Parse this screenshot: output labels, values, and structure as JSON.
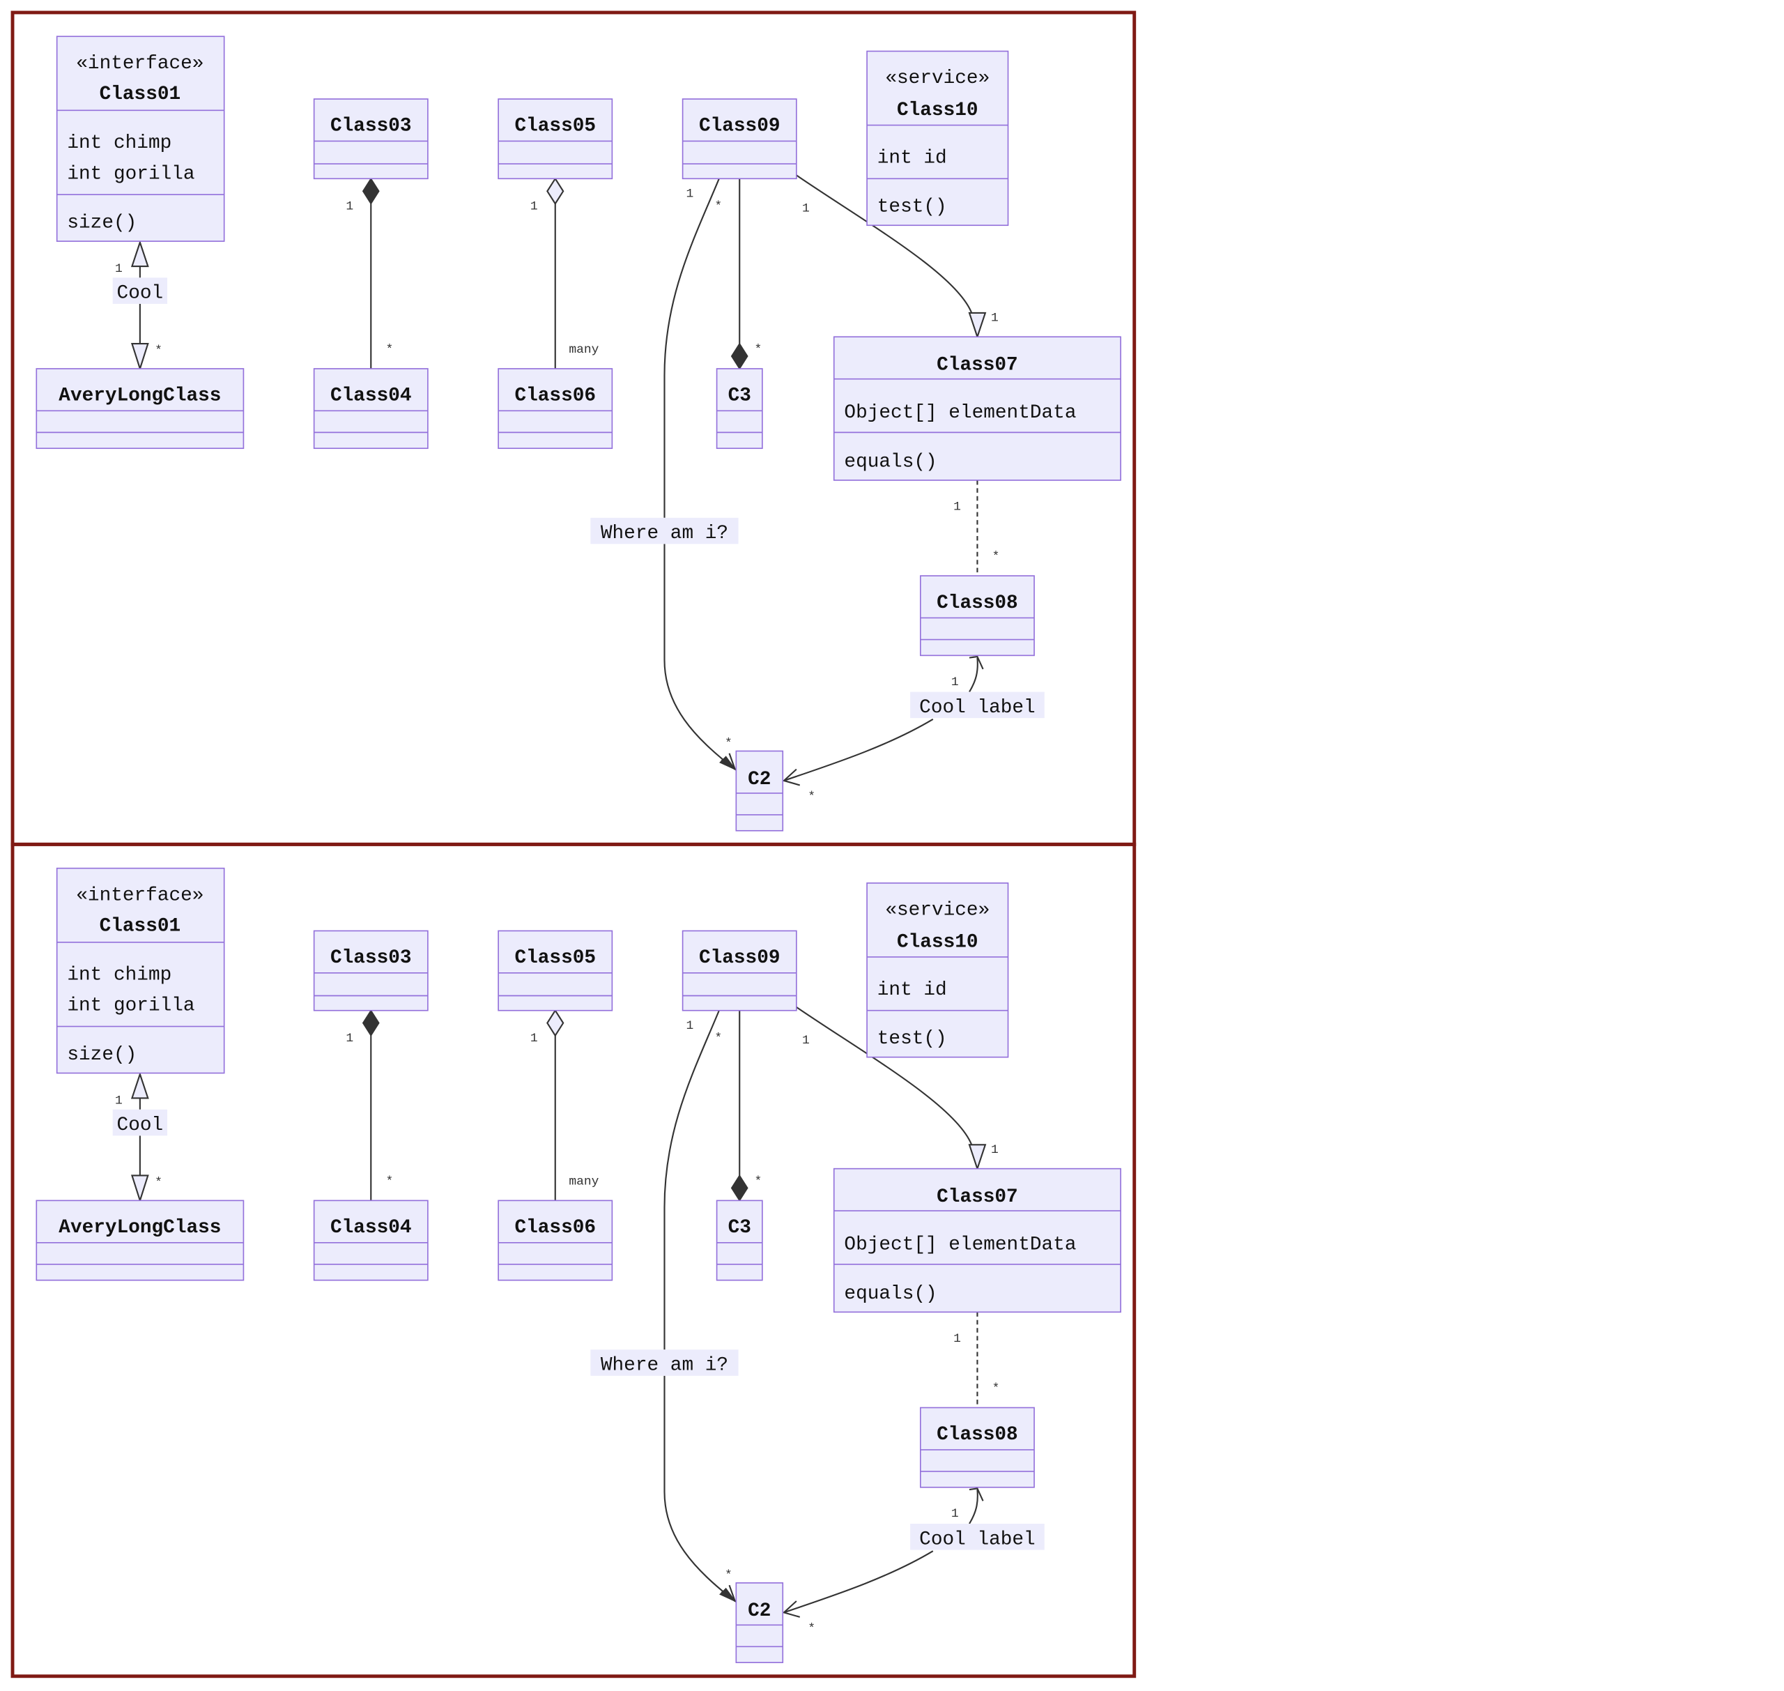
{
  "frame_color": "#7f1a14",
  "node_fill": "#ececfc",
  "node_stroke": "#9370db",
  "edge_color": "#333333",
  "panels": [
    {
      "name": "diagram-panel-1"
    },
    {
      "name": "diagram-panel-2"
    }
  ],
  "classes": {
    "class01": {
      "stereotype": "«interface»",
      "name": "Class01",
      "attributes": [
        "int chimp",
        "int gorilla"
      ],
      "methods": [
        "size()"
      ]
    },
    "averylongclass": {
      "name": "AveryLongClass",
      "attributes": [],
      "methods": []
    },
    "class03": {
      "name": "Class03",
      "attributes": [],
      "methods": []
    },
    "class04": {
      "name": "Class04",
      "attributes": [],
      "methods": []
    },
    "class05": {
      "name": "Class05",
      "attributes": [],
      "methods": []
    },
    "class06": {
      "name": "Class06",
      "attributes": [],
      "methods": []
    },
    "class09": {
      "name": "Class09",
      "attributes": [],
      "methods": []
    },
    "class10": {
      "stereotype": "«service»",
      "name": "Class10",
      "attributes": [
        "int id"
      ],
      "methods": [
        "test()"
      ]
    },
    "c3": {
      "name": "C3",
      "attributes": [],
      "methods": []
    },
    "class07": {
      "name": "Class07",
      "attributes": [
        "Object[] elementData"
      ],
      "methods": [
        "equals()"
      ]
    },
    "class08": {
      "name": "Class08",
      "attributes": [],
      "methods": []
    },
    "c2": {
      "name": "C2",
      "attributes": [],
      "methods": []
    }
  },
  "relations": [
    {
      "from": "Class01",
      "to": "AveryLongClass",
      "type": "inheritance-both",
      "label": "Cool",
      "from_card": "1",
      "to_card": "*"
    },
    {
      "from": "Class03",
      "to": "Class04",
      "type": "composition",
      "label": "",
      "from_card": "1",
      "to_card": "*"
    },
    {
      "from": "Class05",
      "to": "Class06",
      "type": "aggregation",
      "label": "",
      "from_card": "1",
      "to_card": "many"
    },
    {
      "from": "Class09",
      "to": "C2",
      "type": "association",
      "label": "Where am i?",
      "from_card": "1",
      "to_card": "*",
      "from_card2": "*"
    },
    {
      "from": "Class09",
      "to": "C3",
      "type": "composition",
      "label": "",
      "from_card": "",
      "to_card": "*"
    },
    {
      "from": "Class09",
      "to": "Class07",
      "type": "inheritance",
      "label": "",
      "from_card": "1",
      "to_card": "1"
    },
    {
      "from": "Class07",
      "to": "Class08",
      "type": "link-dashed",
      "label": "",
      "from_card": "1",
      "to_card": "*"
    },
    {
      "from": "Class08",
      "to": "C2",
      "type": "association-bidirectional",
      "label": "Cool label",
      "from_card": "1",
      "to_card": "*"
    }
  ]
}
